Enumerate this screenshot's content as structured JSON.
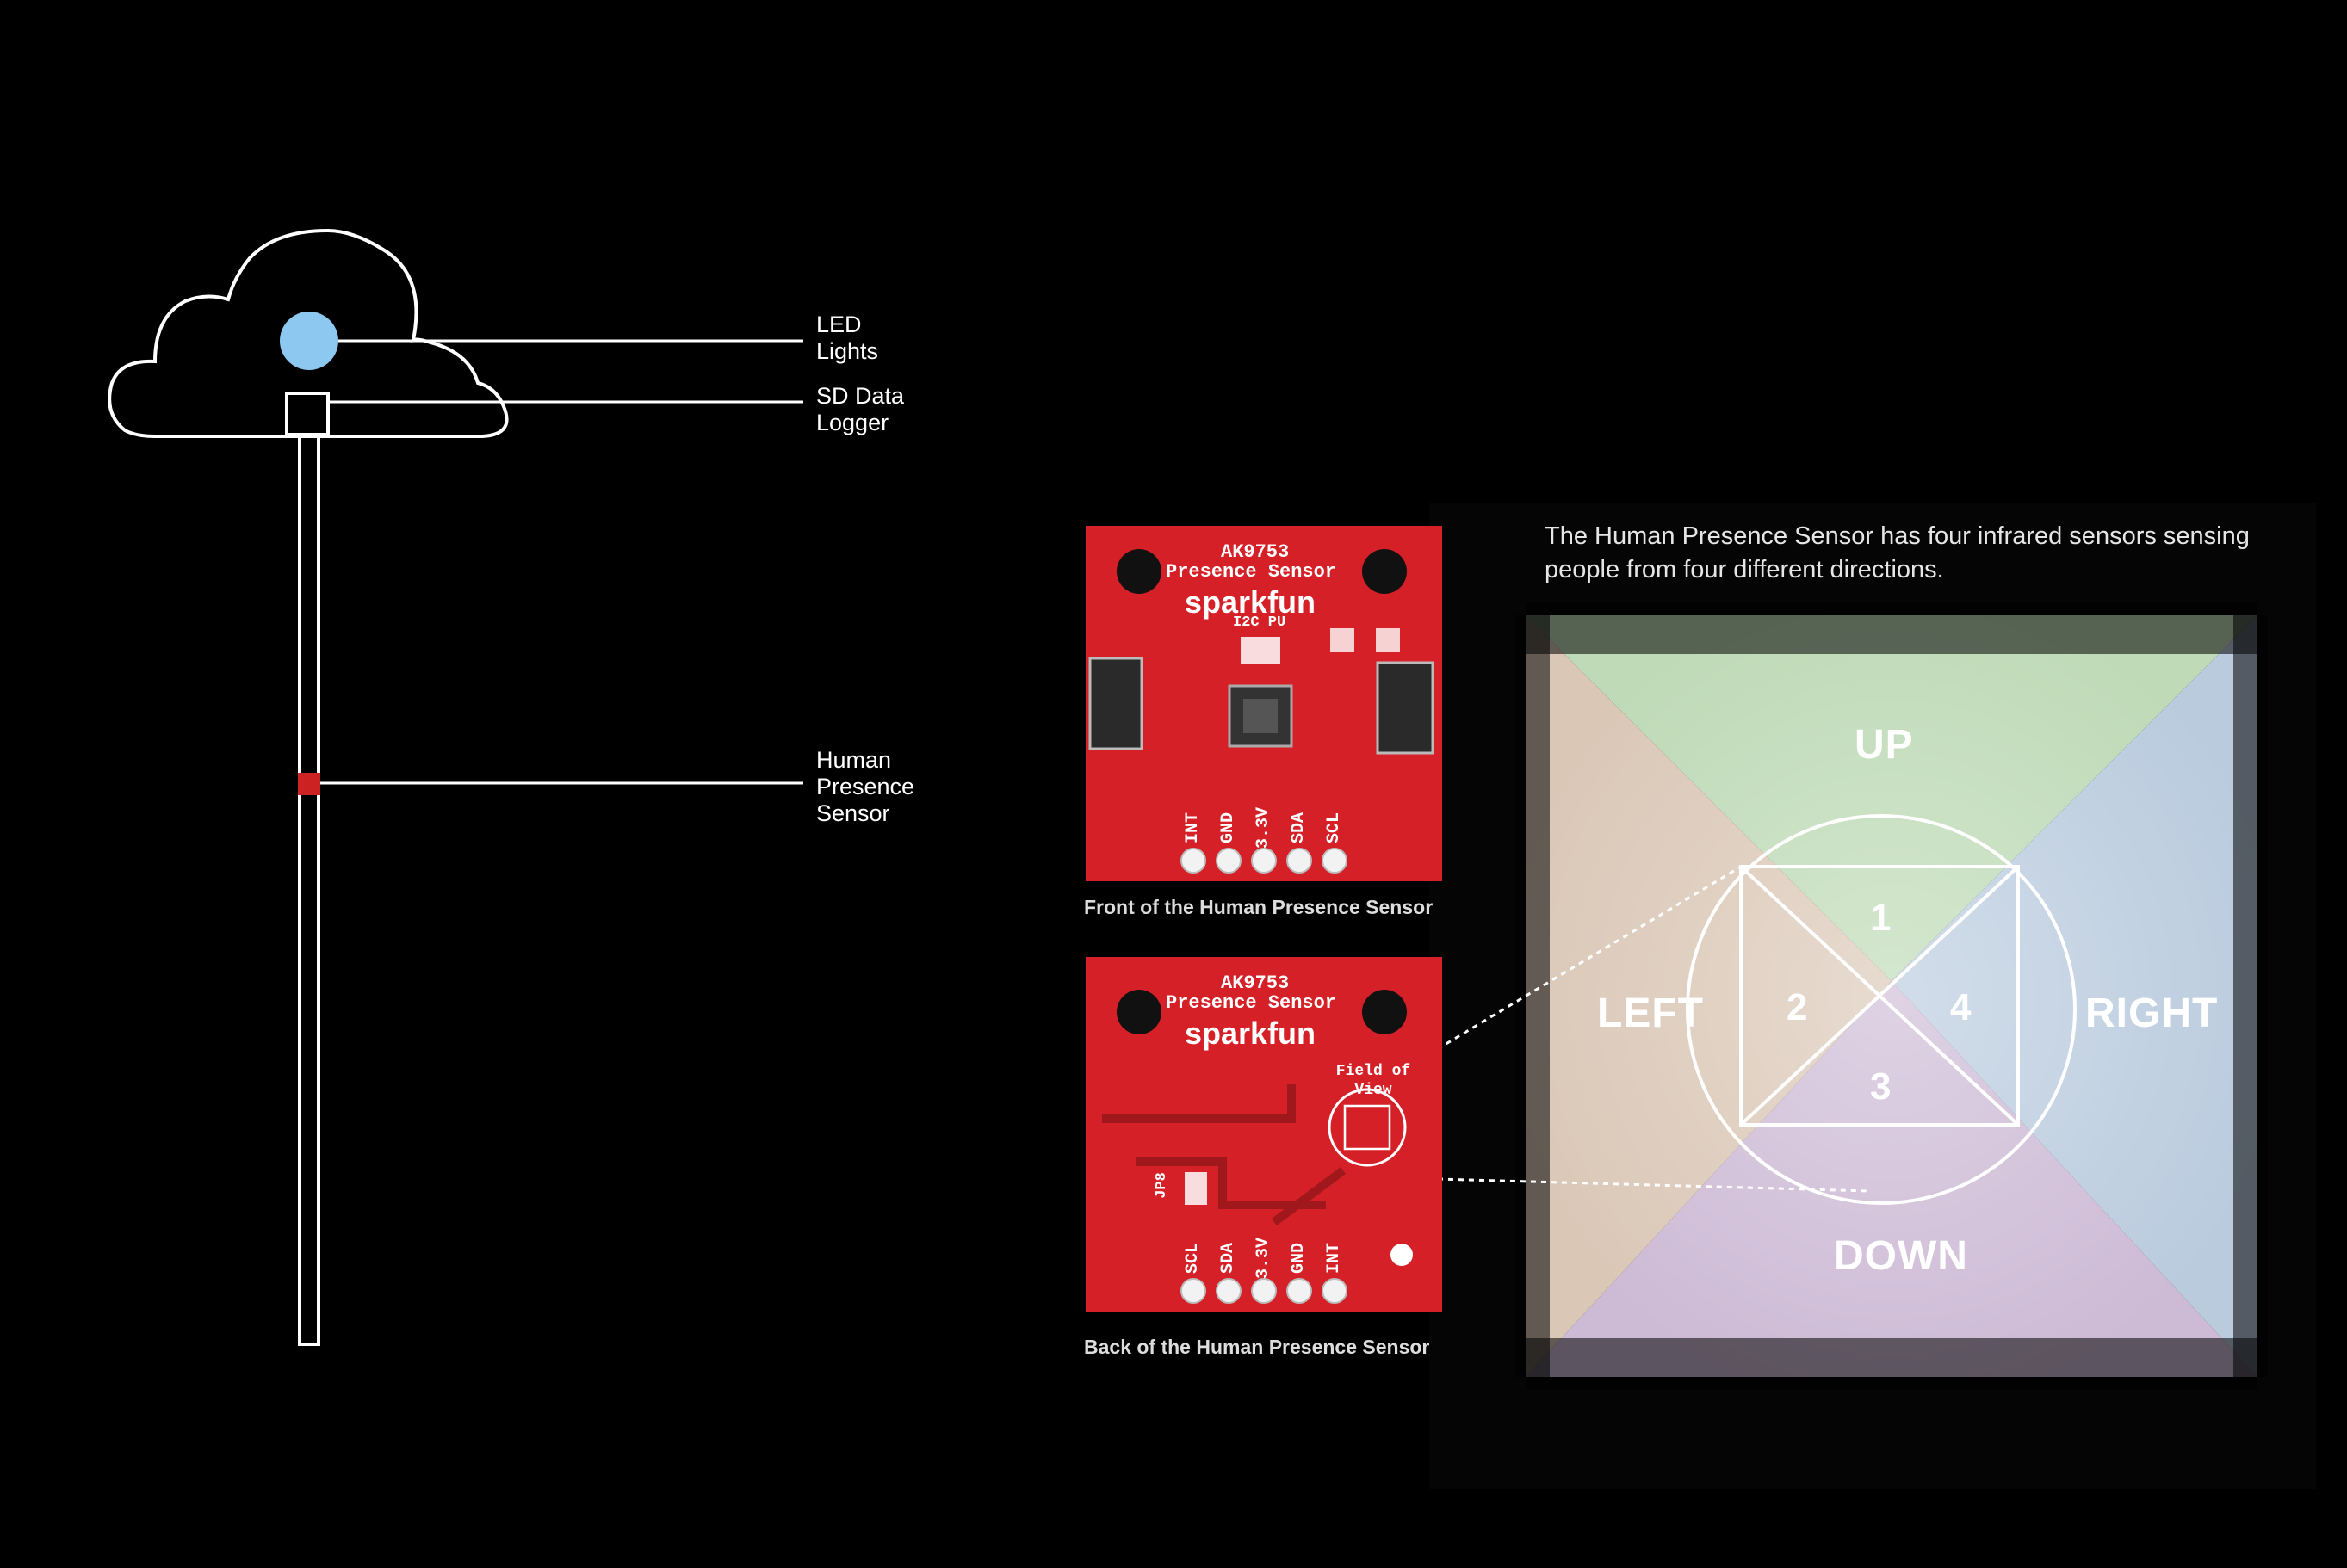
{
  "callouts": {
    "led": [
      "LED",
      "Lights"
    ],
    "sd": [
      "SD Data",
      "Logger"
    ],
    "sensor": [
      "Human",
      "Presence",
      "Sensor"
    ]
  },
  "boards": {
    "front": {
      "chip": "AK9753",
      "name": "Presence Sensor",
      "brand": "sparkfun",
      "jumper_label": "I2C PU",
      "pins": [
        "INT",
        "GND",
        "3.3V",
        "SDA",
        "SCL"
      ],
      "caption": "Front of the Human Presence Sensor"
    },
    "back": {
      "chip": "AK9753",
      "name": "Presence Sensor",
      "brand": "sparkfun",
      "fov_label": "Field of View",
      "jumper_label": "JP8",
      "pins": [
        "SCL",
        "SDA",
        "3.3V",
        "GND",
        "INT"
      ],
      "caption": "Back of the Human Presence Sensor"
    }
  },
  "fov": {
    "description": [
      "The Human Presence Sensor has four infrared sensors sensing",
      "people from four different directions."
    ],
    "directions": {
      "up": "UP",
      "down": "DOWN",
      "left": "LEFT",
      "right": "RIGHT"
    },
    "quadrants": [
      "1",
      "2",
      "3",
      "4"
    ]
  },
  "colors": {
    "background": "#000000",
    "led": "#8cc8ef",
    "sensor_marker": "#cc2222",
    "board": "#d42026",
    "up": "#c8e6c0",
    "down": "#d8c4e0",
    "left": "#e6d2c0",
    "right": "#c4d6ea"
  },
  "icons": [
    "cloud-icon",
    "led-icon",
    "sd-logger-icon",
    "sensor-marker-icon"
  ]
}
